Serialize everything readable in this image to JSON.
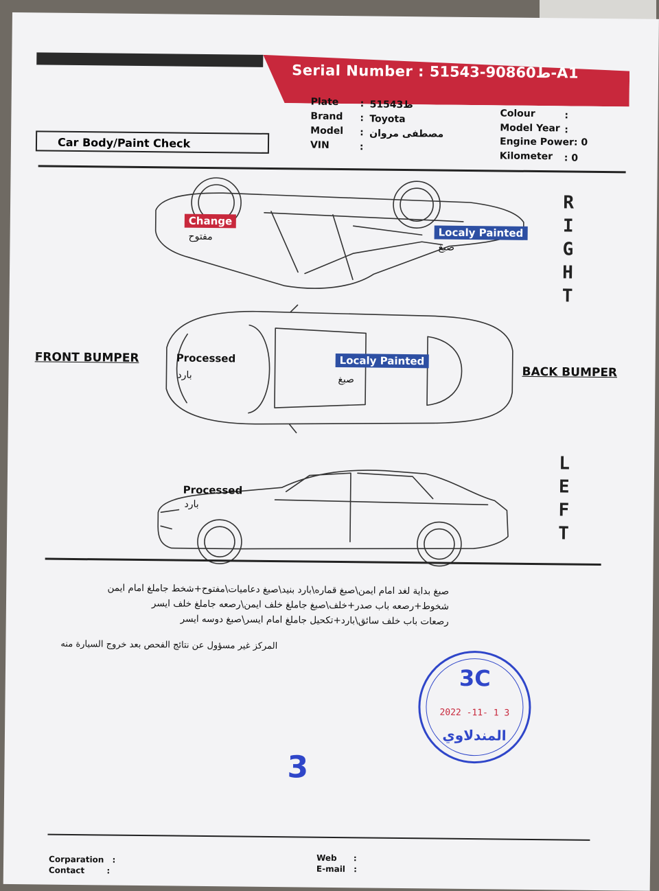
{
  "header": {
    "serial_label": "Serial Number :",
    "serial_value": "ط90860-51543-A1",
    "form_title": "Car Body/Paint Check"
  },
  "vehicle": {
    "plate_label": "Plate",
    "plate_value": "ط51543",
    "brand_label": "Brand",
    "brand_value": "Toyota",
    "model_label": "Model",
    "model_value": "مصطفى مروان",
    "vin_label": "VIN",
    "vin_value": "",
    "colour_label": "Colour",
    "colour_value": "",
    "model_year_label": "Model Year",
    "model_year_value": "",
    "engine_power_label": "Engine Power",
    "engine_power_value": "0",
    "kilometer_label": "Kilometer",
    "kilometer_value": "0",
    "sep": ":"
  },
  "diagram": {
    "right_letters": [
      "R",
      "I",
      "G",
      "H",
      "T"
    ],
    "left_letters": [
      "L",
      "E",
      "F",
      "T"
    ],
    "front_bumper": "FRONT BUMPER",
    "back_bumper": "BACK BUMPER",
    "annotations": {
      "right_change": "Change",
      "right_change_ar": "مفتوح",
      "right_painted": "Localy Painted",
      "right_painted_ar": "صبغ",
      "top_processed": "Processed",
      "top_processed_ar": "بارد",
      "top_painted": "Localy Painted",
      "top_painted_ar": "صبغ",
      "left_processed": "Processed",
      "left_processed_ar": "بارد"
    }
  },
  "notes": {
    "lines": [
      "صبغ بداية لغد امام ايمن\\صبغ قماره\\بارد بنيد\\صبغ دعاميات\\مفتوح+شخط جاملغ امام ايمن",
      "شخوط+رصعه باب صدر+خلف\\صبغ جاملغ خلف ايمن\\رصعه جاملغ خلف ايسر",
      "رصعات باب خلف سائق\\بارد+تكحيل جاملغ امام ايسر\\صبغ دوسه ايسر"
    ],
    "disclaimer": "المركز غير مسؤول عن نتائج الفحص بعد خروج السيارة منه"
  },
  "stamp": {
    "title": "3C",
    "date": "2022 -11- 1 3",
    "name": "المندلاوي",
    "primary_color": "#2f46c9",
    "date_color": "#c8283c"
  },
  "page_number": "3",
  "footer": {
    "corporation_label": "Corparation",
    "contact_label": "Contact",
    "web_label": "Web",
    "email_label": "E-mail",
    "sep": ":"
  },
  "colors": {
    "accent": "#c8283c",
    "tag_blue": "#2d4fa3",
    "dark": "#2a2a2a"
  }
}
